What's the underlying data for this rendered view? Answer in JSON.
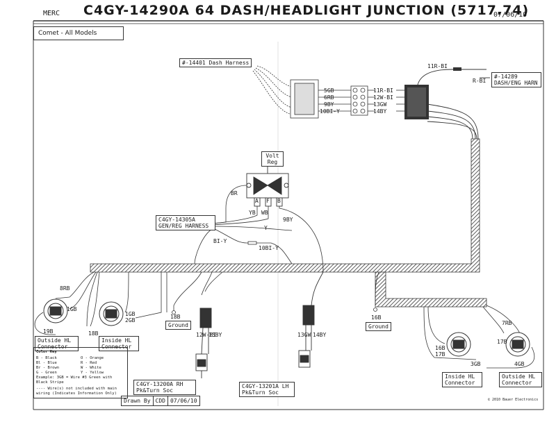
{
  "header": {
    "brand": "MERC",
    "title": "C4GY-14290A  64 DASH/HEADLIGHT JUNCTION (5717.74)",
    "date": "07/06/10",
    "model": "Comet - All Models"
  },
  "components": {
    "dash_harness": "#-14401 Dash Harness",
    "dash_eng_harn": "#-14289 DASH/ENG HARN",
    "volt_reg": "Volt Reg",
    "gen_reg_harness": "C4GY-14305A GEN/REG HARNESS",
    "rh_soc": "C4GY-13200A RH Pk&Turn Soc",
    "lh_soc": "C4GY-13201A LH Pk&Turn Soc",
    "outside_hl_left": "Outside HL Connector",
    "inside_hl_left": "Inside HL Connector",
    "inside_hl_right": "Inside HL Connector",
    "outside_hl_right": "Outside HL Connector",
    "ground": "Ground"
  },
  "wires": {
    "left_pins": [
      "5GB",
      "6RB",
      "9BY",
      "10BI-Y"
    ],
    "right_pins": [
      "11R-BI",
      "12W-BI",
      "13GW",
      "14BY"
    ],
    "top_11": "11R-BI",
    "rbi": "R-BI",
    "reg_terminals": [
      "A",
      "F",
      "B"
    ],
    "yb": "YB",
    "wb": "WB",
    "br": "BR",
    "y": "Y",
    "by9": "9BY",
    "biy": "BI-Y",
    "biy10": "10BI-Y",
    "rb8": "8RB",
    "gb1": "1GB",
    "gb19": "19B",
    "rb18": "18B",
    "gb1b": "1GB",
    "gb2": "2GB",
    "b18": "18B",
    "b16": "16B",
    "rh_wires": [
      "12W-BI",
      "15BY"
    ],
    "lh_wires": [
      "13GW",
      "14BY"
    ],
    "rb7": "7RB",
    "b17": "17B",
    "gb4": "4GB",
    "gb3": "3GB",
    "b16r": "16B",
    "b17r": "17B"
  },
  "color_key": {
    "title": "Color Key",
    "rows": [
      [
        "B - Black",
        "O - Orange"
      ],
      [
        "Bl - Blue",
        "R - Red"
      ],
      [
        "Br - Brown",
        "W - White"
      ],
      [
        "G - Green",
        "Y - Yellow"
      ]
    ],
    "example": "Example: 3GB = Wire #3 Green with Black Stripe",
    "note": "---- Wire(s) not included with main wiring (Indicates Information Only)"
  },
  "footer": {
    "drawn_by_label": "Drawn By",
    "drawn_by": "CDD",
    "drawn_date": "07/06/10",
    "copyright": "© 2010 Bauer Electronics"
  }
}
